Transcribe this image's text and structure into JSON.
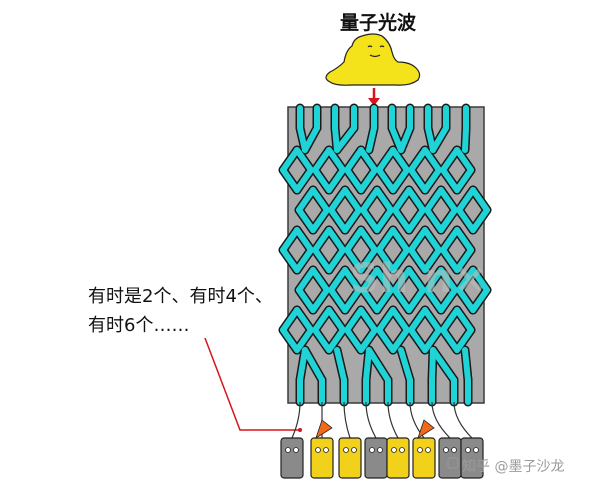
{
  "title": "量子光波",
  "caption": {
    "line1": "有时是2个、有时4个、",
    "line2": "有时6个……"
  },
  "watermark": {
    "center": "Sh  n×",
    "corner": "知乎 @墨子沙龙"
  },
  "colors": {
    "chip_fill": "#a9a9a9",
    "chip_border": "#3a3a3a",
    "waveguide": "#1fd3d6",
    "waveguide_outline": "#1a1a1a",
    "arrow": "#d8141c",
    "blob": "#f4e21a",
    "detector_yellow": "#f2d11a",
    "detector_gray": "#8a8a8a",
    "detector_orange": "#f06a1a"
  },
  "icons": [
    "light-wave-blob",
    "photon-detector"
  ]
}
